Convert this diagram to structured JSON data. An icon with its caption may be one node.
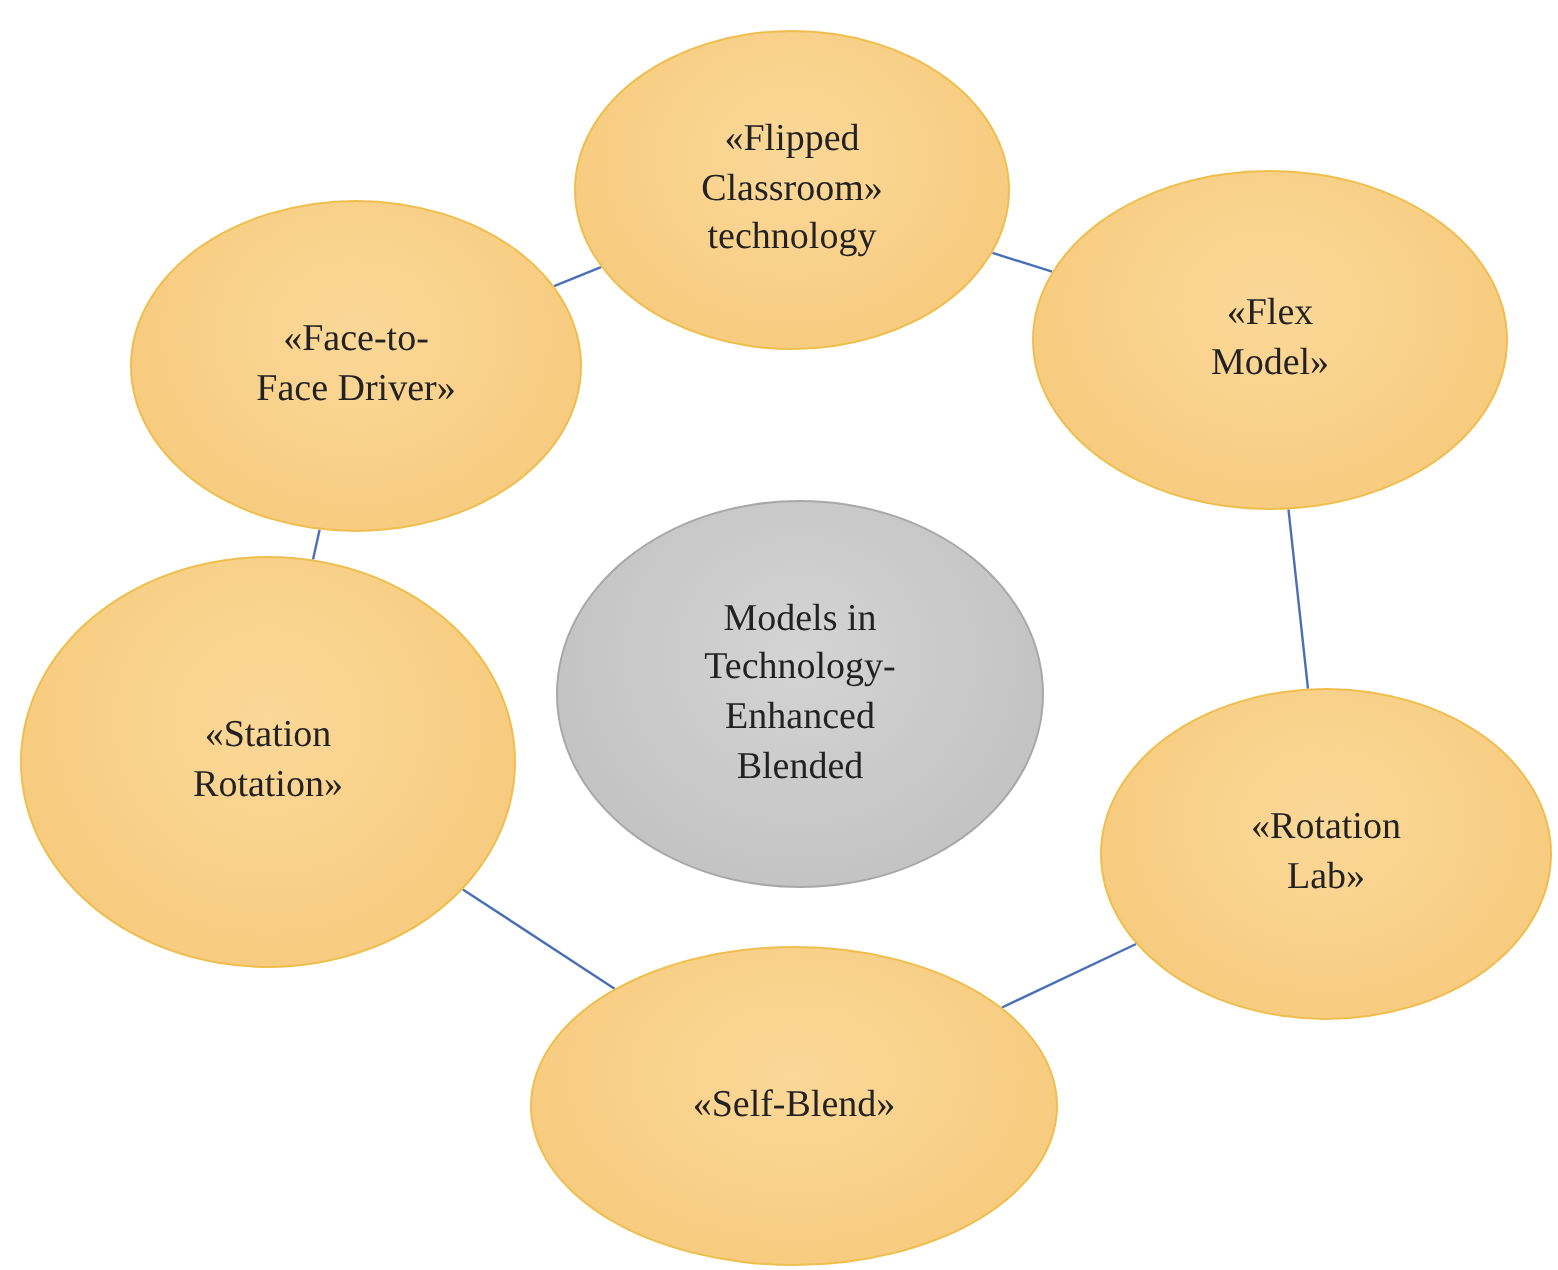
{
  "diagram": {
    "nodes": [
      {
        "text": [
          "«Flipped Classroom» technology"
        ]
      },
      {
        "text": [
          "«Face-to-Face Driver»"
        ]
      },
      {
        "text": [
          "«Flex Model»"
        ]
      },
      {
        "text": [
          "Models in Technology-Enhanced Blended"
        ]
      },
      {
        "text": [
          "«Station Rotation»"
        ]
      },
      {
        "text": [
          "«Rotation Lab»"
        ]
      },
      {
        "text": [
          "«Self-Blend»"
        ]
      }
    ],
    "edges": [
      {
        "from": 1,
        "to": 0,
        "arrow": "none"
      },
      {
        "from": 0,
        "to": 2,
        "arrow": "none"
      },
      {
        "from": 1,
        "to": 4,
        "arrow": "none"
      },
      {
        "from": 2,
        "to": 5,
        "arrow": "none"
      },
      {
        "from": 4,
        "to": 6,
        "arrow": "none"
      },
      {
        "from": 6,
        "to": 5,
        "arrow": "none"
      }
    ]
  }
}
